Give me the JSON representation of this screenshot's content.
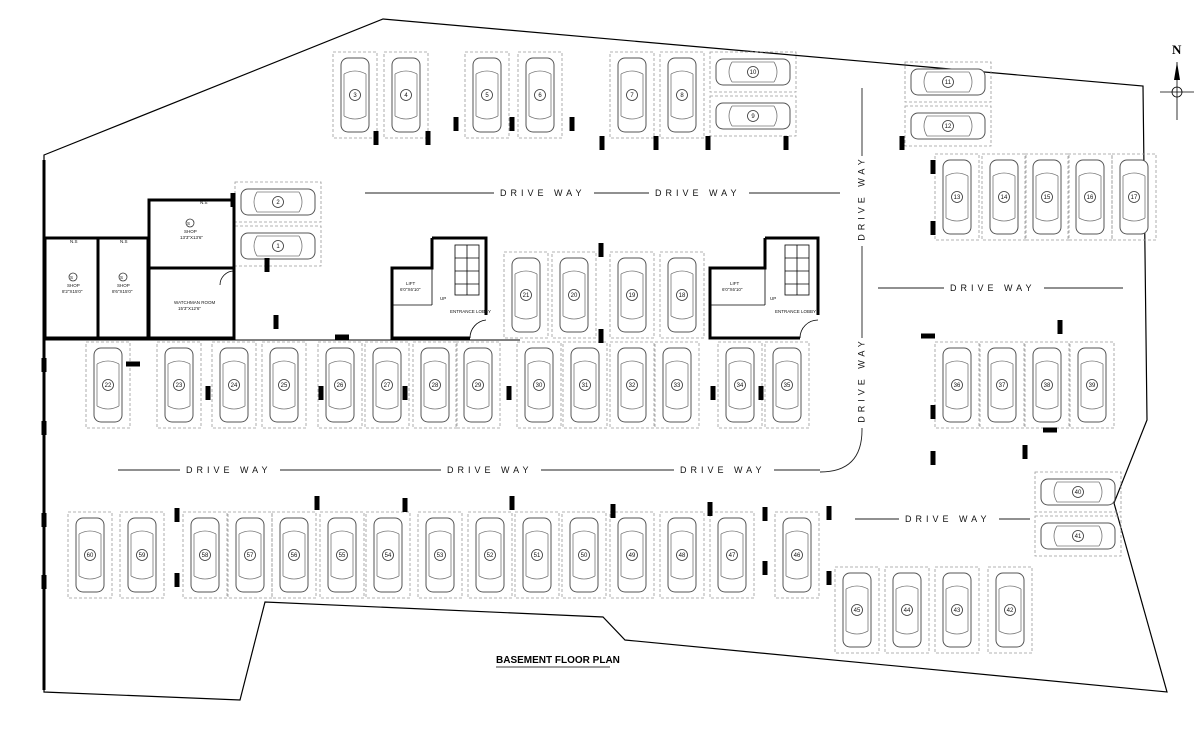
{
  "title": "BASEMENT FLOOR PLAN",
  "north_label": "N",
  "driveways": [
    {
      "label": "DRIVE WAY",
      "orient": "h"
    },
    {
      "label": "DRIVE WAY",
      "orient": "h"
    },
    {
      "label": "DRIVE WAY",
      "orient": "v"
    },
    {
      "label": "DRIVE WAY",
      "orient": "h"
    },
    {
      "label": "DRIVE WAY",
      "orient": "v"
    },
    {
      "label": "DRIVE WAY",
      "orient": "h"
    },
    {
      "label": "DRIVE WAY",
      "orient": "h"
    },
    {
      "label": "DRIVE WAY",
      "orient": "h"
    },
    {
      "label": "DRIVE WAY",
      "orient": "h"
    }
  ],
  "rooms": {
    "shop_top": {
      "id": "S",
      "name": "SHOP",
      "dims": "13'3\"X13'6\"",
      "tag": "N.S"
    },
    "shop_left": {
      "id": "S",
      "name": "SHOP",
      "dims": "8'2\"X15'0\"",
      "tag": "N.S"
    },
    "shop_mid": {
      "id": "S",
      "name": "SHOP",
      "dims": "8'6\"X15'0\"",
      "tag": "N.S"
    },
    "watchman": {
      "name": "WATCHMAN ROOM",
      "dims": "15'3\"X12'6\""
    },
    "lift_a": {
      "name": "LIFT",
      "dims": "6'0\"X6'10\""
    },
    "lobby_a": {
      "name": "ENTRANCE LOBBY"
    },
    "up_a": "UP",
    "lift_b": {
      "name": "LIFT",
      "dims": "6'0\"X6'10\""
    },
    "lobby_b": {
      "name": "ENTRANCE LOBBY"
    },
    "up_b": "UP"
  },
  "cars_vertical": [
    "3",
    "4",
    "5",
    "6",
    "7",
    "8",
    "13",
    "14",
    "15",
    "16",
    "17",
    "21",
    "20",
    "19",
    "18",
    "22",
    "23",
    "24",
    "25",
    "26",
    "27",
    "28",
    "29",
    "30",
    "31",
    "32",
    "33",
    "34",
    "35",
    "36",
    "37",
    "38",
    "39",
    "60",
    "59",
    "58",
    "57",
    "56",
    "55",
    "54",
    "53",
    "52",
    "51",
    "50",
    "49",
    "48",
    "47",
    "46",
    "45",
    "44",
    "43",
    "42"
  ],
  "cars_horizontal": [
    "10",
    "9",
    "11",
    "12",
    "2",
    "1",
    "40",
    "41"
  ]
}
